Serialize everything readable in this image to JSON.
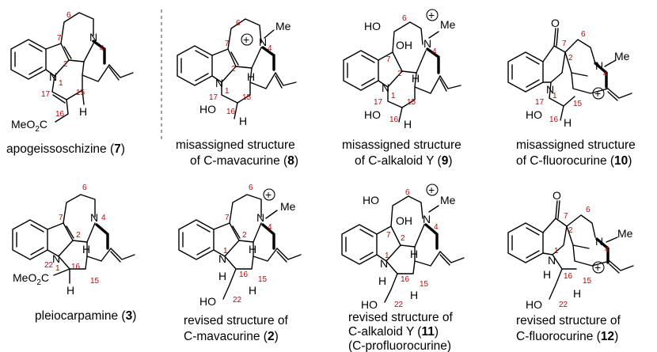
{
  "structures": [
    {
      "id": "s7",
      "label_lines": [
        "apogeissoschizine (",
        "7",
        ")"
      ]
    },
    {
      "id": "s8",
      "label_lines": [
        "misassigned structure",
        "of C-mavacurine (",
        "8",
        ")"
      ]
    },
    {
      "id": "s9",
      "label_lines": [
        "misassigned structure",
        "of C-alkaloid Y (",
        "9",
        ")"
      ]
    },
    {
      "id": "s10",
      "label_lines": [
        "misassigned structure",
        "of C-fluorocurine (",
        "10",
        ")"
      ]
    },
    {
      "id": "s3",
      "label_lines": [
        "pleiocarpamine (",
        "3",
        ")"
      ]
    },
    {
      "id": "s2",
      "label_lines": [
        "revised structure of",
        "C-mavacurine (",
        "2",
        ")"
      ]
    },
    {
      "id": "s11",
      "label_lines": [
        "revised structure of",
        "C-alkaloid Y (",
        "11",
        ")",
        "(C-profluorocurine)"
      ]
    },
    {
      "id": "s12",
      "label_lines": [
        "revised structure of",
        "C-fluorocurine (",
        "12",
        ")"
      ]
    }
  ],
  "atoms": {
    "N": "N",
    "H": "H",
    "O": "O",
    "Me": "Me",
    "HO": "HO",
    "OH": "OH",
    "MeO2C_main": "MeO",
    "MeO2C_sub": "2",
    "MeO2C_tail": "C",
    "plus": "+"
  },
  "locants": {
    "n1": "1",
    "n2": "2",
    "n4": "4",
    "n6": "6",
    "n7": "7",
    "n15": "15",
    "n16": "16",
    "n17": "17",
    "n22": "22"
  }
}
